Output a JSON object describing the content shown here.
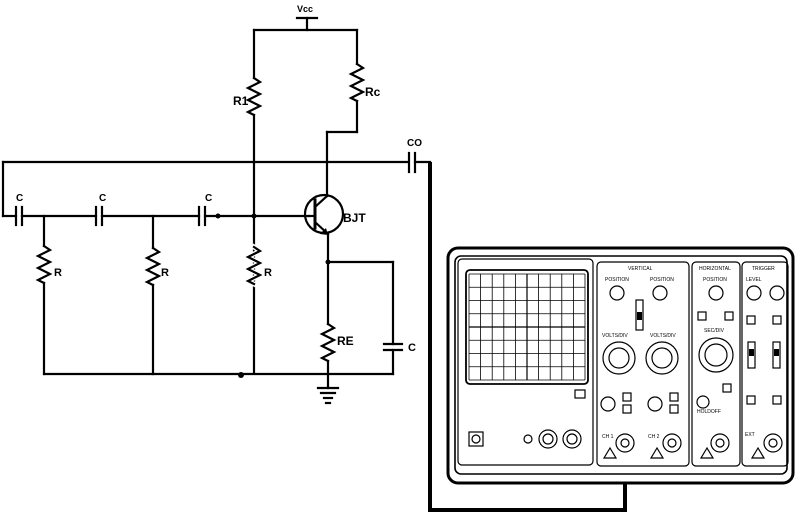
{
  "labels": {
    "vcc": "Vcc",
    "r1": "R1",
    "rc": "Rc",
    "co": "CO",
    "bjt": "BJT",
    "re": "RE",
    "c_emitter": "C",
    "c1": "C",
    "c2": "C",
    "c3": "C",
    "r_a": "R",
    "r_b": "R",
    "r_c": "R"
  },
  "oscilloscope": {
    "vertical_label": "VERTICAL",
    "horizontal_label": "HORIZONTAL",
    "trigger_label": "TRIGGER",
    "volts_div_1": "VOLTS/DIV",
    "volts_div_2": "VOLTS/DIV",
    "sec_div": "SEC/DIV",
    "position_1": "POSITION",
    "position_2": "POSITION",
    "position_h": "POSITION",
    "level": "LEVEL",
    "holdoff": "HOLDOFF",
    "ch1": "CH 1",
    "ch2": "CH 2",
    "ext": "EXT"
  }
}
